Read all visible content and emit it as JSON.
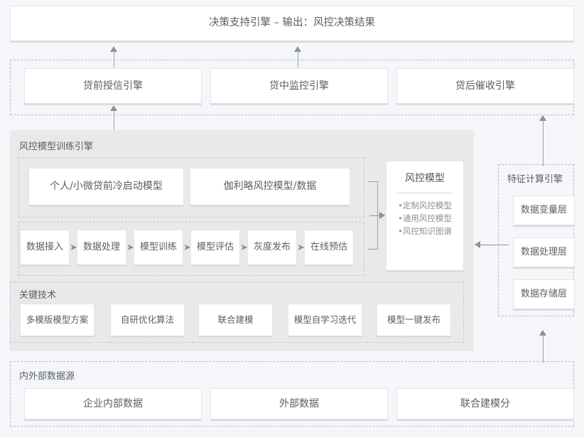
{
  "header": {
    "title": "决策支持引擎 – 输出：风控决策结果"
  },
  "loan_engines": {
    "cards": [
      {
        "label": "贷前授信引擎"
      },
      {
        "label": "贷中监控引擎"
      },
      {
        "label": "贷后催收引擎"
      }
    ]
  },
  "training_engine": {
    "label": "风控模型训练引擎",
    "models": [
      {
        "label": "个人/小微贷前冷启动模型"
      },
      {
        "label": "伽利略风控模型/数据"
      }
    ],
    "pipeline": [
      {
        "label": "数据接入"
      },
      {
        "label": "数据处理"
      },
      {
        "label": "模型训练"
      },
      {
        "label": "模型评估"
      },
      {
        "label": "灰度发布"
      },
      {
        "label": "在线预估"
      }
    ],
    "pipeline_arrow": "➤"
  },
  "risk_model": {
    "title": "风控模型",
    "items": [
      "•定制风控模型",
      "•通用风控模型",
      "•风控知识图谱"
    ]
  },
  "key_tech": {
    "label": "关键技术",
    "cards": [
      {
        "label": "多模版模型方案"
      },
      {
        "label": "自研优化算法"
      },
      {
        "label": "联合建模"
      },
      {
        "label": "模型自学习迭代"
      },
      {
        "label": "模型一键发布"
      }
    ]
  },
  "feature_engine": {
    "label": "特征计算引擎",
    "cards": [
      {
        "label": "数据变量层"
      },
      {
        "label": "数据处理层"
      },
      {
        "label": "数据存储层"
      }
    ]
  },
  "data_sources": {
    "label": "内外部数据源",
    "cards": [
      {
        "label": "企业内部数据"
      },
      {
        "label": "外部数据"
      },
      {
        "label": "联合建模分"
      }
    ]
  },
  "colors": {
    "page_background": "#f4f6f9",
    "card_background": "#ffffff",
    "panel_background": "#e9e9e9",
    "dashed_border": "#b9bdc4",
    "text": "#5a5f66",
    "muted_text": "#8b9096",
    "connector": "#8b9096"
  }
}
